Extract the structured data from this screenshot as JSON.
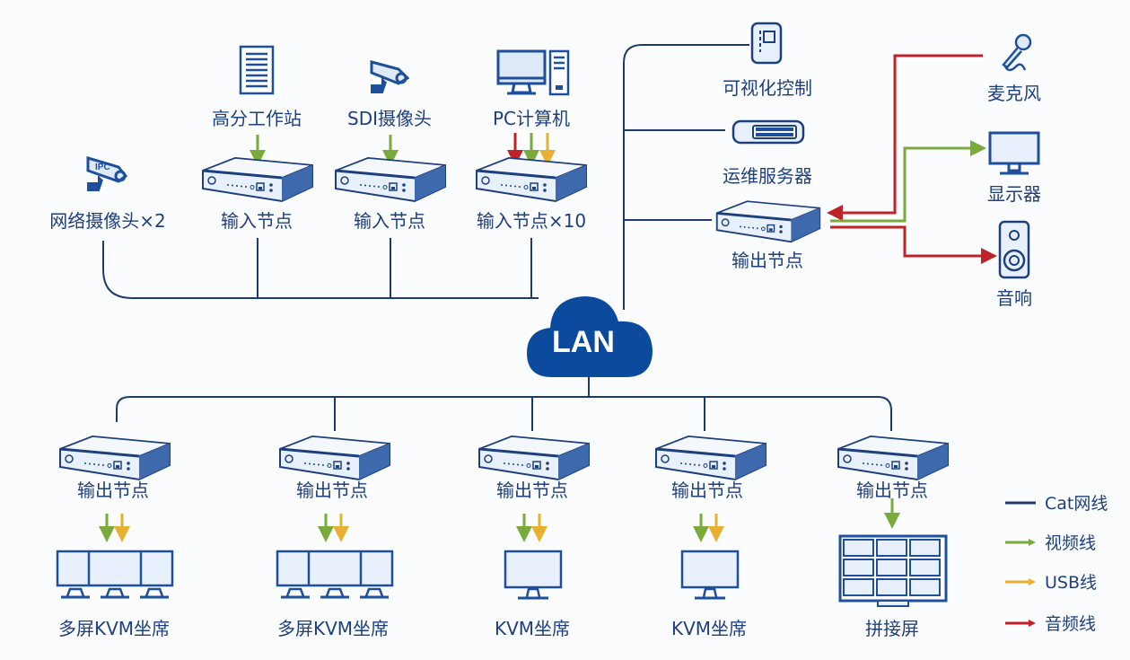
{
  "diagram": {
    "hub": {
      "label": "LAN"
    },
    "top_sources": [
      {
        "id": "ipc",
        "label": "网络摄像头×2",
        "icon": "ipc-camera-icon",
        "ipc_text": "IPC"
      },
      {
        "id": "workstation",
        "label": "高分工作站",
        "icon": "workstation-icon",
        "node_label": "输入节点",
        "links": [
          "video"
        ]
      },
      {
        "id": "sdi",
        "label": "SDI摄像头",
        "icon": "sdi-camera-icon",
        "node_label": "输入节点",
        "links": [
          "video"
        ]
      },
      {
        "id": "pc",
        "label": "PC计算机",
        "icon": "pc-icon",
        "node_label": "输入节点×10",
        "links": [
          "audio",
          "video",
          "usb"
        ]
      }
    ],
    "right_branch": {
      "visual_control": {
        "label": "可视化控制",
        "icon": "tablet-icon"
      },
      "ops_server": {
        "label": "运维服务器",
        "icon": "server-icon"
      },
      "output_node": {
        "label": "输出节点"
      },
      "peripherals": [
        {
          "label": "麦克风",
          "icon": "microphone-icon",
          "link": "audio",
          "direction": "in"
        },
        {
          "label": "显示器",
          "icon": "monitor-icon",
          "link": "video",
          "direction": "out"
        },
        {
          "label": "音响",
          "icon": "speaker-icon",
          "link": "audio",
          "direction": "out"
        }
      ]
    },
    "bottom_outputs": [
      {
        "node_label": "输出节点",
        "target_label": "多屏KVM坐席",
        "target": "triple-monitor",
        "links": [
          "video",
          "usb"
        ]
      },
      {
        "node_label": "输出节点",
        "target_label": "多屏KVM坐席",
        "target": "triple-monitor",
        "links": [
          "video",
          "usb"
        ]
      },
      {
        "node_label": "输出节点",
        "target_label": "KVM坐席",
        "target": "monitor",
        "links": [
          "video",
          "usb"
        ]
      },
      {
        "node_label": "输出节点",
        "target_label": "KVM坐席",
        "target": "monitor",
        "links": [
          "video",
          "usb"
        ]
      },
      {
        "node_label": "输出节点",
        "target_label": "拼接屏",
        "target": "video-wall",
        "links": [
          "video"
        ]
      }
    ],
    "legend": [
      {
        "key": "cat",
        "label": "Cat网线",
        "style": "line"
      },
      {
        "key": "video",
        "label": "视频线",
        "style": "arrow"
      },
      {
        "key": "usb",
        "label": "USB线",
        "style": "arrow"
      },
      {
        "key": "audio",
        "label": "音频线",
        "style": "arrow"
      }
    ]
  },
  "colors": {
    "cat": "#1e3a6e",
    "video": "#7aaa3a",
    "usb": "#e8b030",
    "audio": "#c0222a",
    "brand": "#0b4a9c",
    "device_fill": "#e8f1fb",
    "device_side": "#3e69ad",
    "text": "#1e3f7e"
  }
}
